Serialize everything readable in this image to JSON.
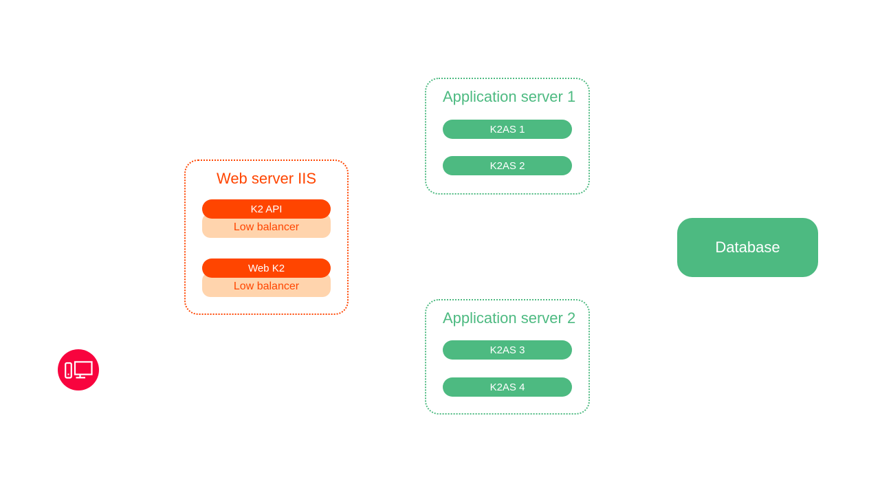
{
  "colors": {
    "orange": "#FF4500",
    "peach": "#FFD4AD",
    "green": "#4DBA81",
    "crimson": "#F8043E",
    "white": "#FFFFFF"
  },
  "client": {
    "icon": "desktop-computer-icon"
  },
  "web_server": {
    "title": "Web server IIS",
    "groups": [
      {
        "service": "K2 API",
        "balancer": "Low balancer"
      },
      {
        "service": "Web K2",
        "balancer": "Low balancer"
      }
    ]
  },
  "app_servers": [
    {
      "title": "Application server 1",
      "nodes": [
        "K2AS 1",
        "K2AS 2"
      ]
    },
    {
      "title": "Application server 2",
      "nodes": [
        "K2AS 3",
        "K2AS 4"
      ]
    }
  ],
  "database": {
    "label": "Database"
  }
}
